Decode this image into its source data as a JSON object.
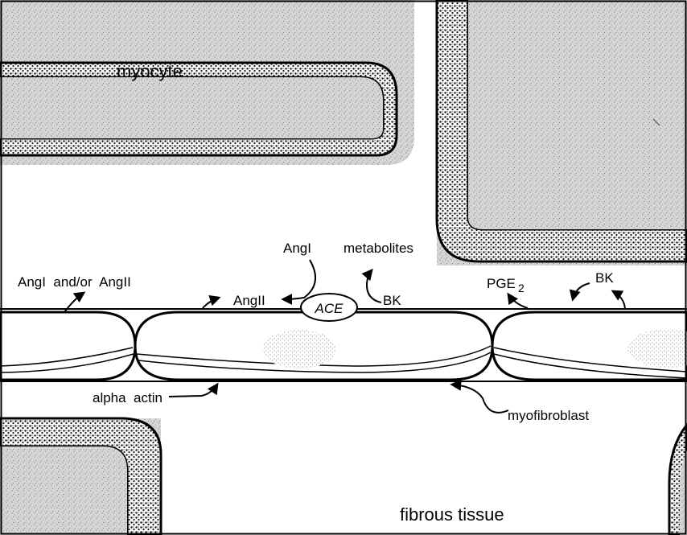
{
  "labels": {
    "myocyte": "myocyte",
    "fibrous_tissue": "fibrous tissue",
    "angi_and_or_angii": "AngI  and/or  AngII",
    "angi": "AngI",
    "metabolites": "metabolites",
    "angii": "AngII",
    "ace": "ACE",
    "bk_ace": "BK",
    "pge": "PGE",
    "pge_sub": "2",
    "bk_right": "BK",
    "alpha_actin": "alpha  actin",
    "myofibroblast": "myofibroblast"
  },
  "colors": {
    "stipple_fill": "#cfcfcf",
    "membrane_dots": "#1a1a1a",
    "outline": "#000000",
    "background": "#ffffff"
  }
}
